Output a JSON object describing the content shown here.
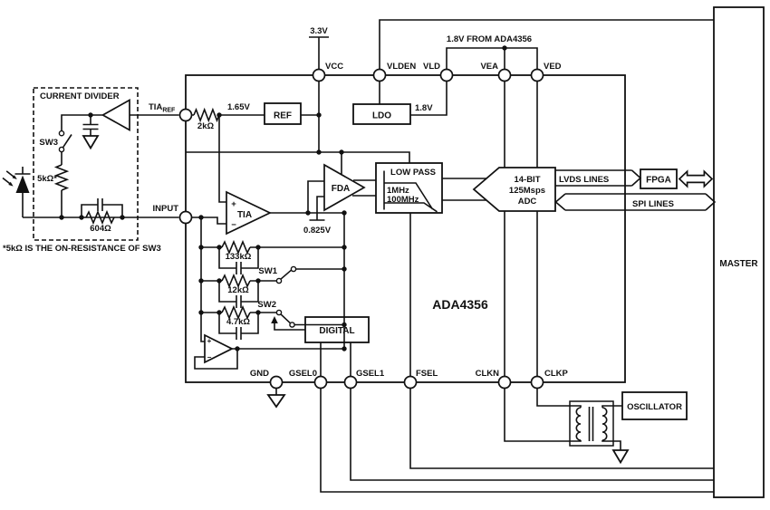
{
  "colors": {
    "ink": "#111111",
    "bg": "#ffffff"
  },
  "device": {
    "name": "ADA4356"
  },
  "supply": {
    "v33": "3.3V",
    "note18": "1.8V FROM ADA4356",
    "v165": "1.65V",
    "v18": "1.8V",
    "v0825": "0.825V"
  },
  "pins": {
    "vcc": "VCC",
    "vlden": "VLDEN",
    "vld": "VLD",
    "vea": "VEA",
    "ved": "VED",
    "tia_ref_main": "TIA",
    "tia_ref_sub": "REF",
    "input": "INPUT",
    "gnd": "GND",
    "gsel0": "GSEL0",
    "gsel1": "GSEL1",
    "fsel": "FSEL",
    "clkn": "CLKN",
    "clkp": "CLKP"
  },
  "divider": {
    "title": "CURRENT DIVIDER",
    "sw3": "SW3",
    "r5k": "5kΩ*",
    "r604": "604Ω",
    "footnote": "*5kΩ IS THE ON-RESISTANCE OF SW3"
  },
  "blocks": {
    "ref": "REF",
    "ldo": "LDO",
    "tia": "TIA",
    "fda": "FDA",
    "digital": "DIGITAL",
    "lowpass": "LOW PASS",
    "adc_line1": "14-BIT",
    "adc_line2": "125Msps",
    "adc_line3": "ADC",
    "fpga": "FPGA",
    "master": "MASTER",
    "oscillator": "OSCILLATOR"
  },
  "gain": {
    "r2k": "2kΩ",
    "r133k": "133kΩ",
    "r12k": "12kΩ",
    "r47k": "4.7kΩ",
    "sw1": "SW1",
    "sw2": "SW2",
    "plus": "+",
    "minus": "−"
  },
  "filter": {
    "f1": "1MHz",
    "f2": "100MHz"
  },
  "buses": {
    "lvds": "LVDS LINES",
    "spi": "SPI LINES"
  }
}
